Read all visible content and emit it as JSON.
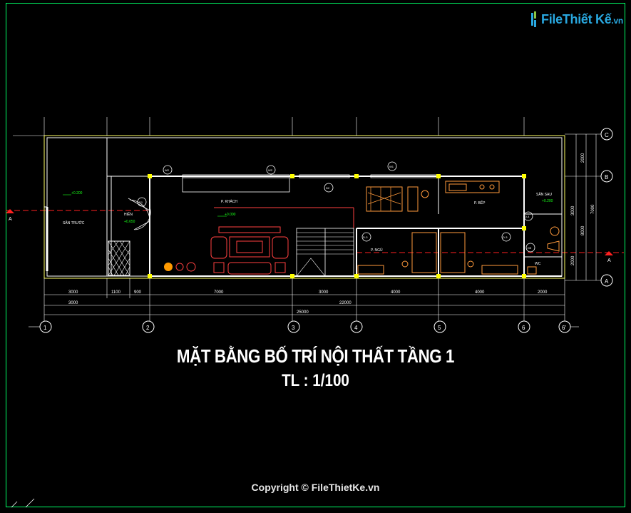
{
  "drawing": {
    "title": "MẶT BẰNG BỐ TRÍ NỘI THẤT TẦNG 1",
    "scale": "TL : 1/100",
    "copyright": "Copyright © FileThietKe.vn",
    "logo": {
      "brand": "FileThiết Kế",
      "domain": ".vn",
      "icon": "logo-mark-icon"
    }
  },
  "rooms": {
    "san_truoc": "SÂN TRƯỚC",
    "hien": "HIÊN",
    "p_khach": "P. KHÁCH",
    "p_bep": "P. BẾP",
    "p_ngu": "P. NGỦ",
    "san_sau": "SÂN SAU",
    "wc": "WC"
  },
  "levels": {
    "san_truoc": "+0.200",
    "hien": "+0.650",
    "p_khach": "+0.000",
    "san_sau": "+0.200"
  },
  "tags": {
    "w2a": "W2",
    "w2b": "W2",
    "w1": "W1",
    "d1": "D1",
    "d2": "D2",
    "d3a": "D-3",
    "d3b": "D-3",
    "d4": "D-4",
    "d5": "D5"
  },
  "section_marks": {
    "left": "A",
    "right": "A"
  },
  "grid": {
    "columns": [
      "1",
      "2",
      "3",
      "4",
      "5",
      "6",
      "6'"
    ],
    "rows": [
      "C",
      "B",
      "A"
    ]
  },
  "dims": {
    "row1": [
      "3000",
      "1100",
      "900",
      "7000",
      "3000",
      "4000",
      "4000",
      "2000"
    ],
    "row2": [
      "3000",
      "22000"
    ],
    "total": "25000",
    "right_inner": [
      "2000",
      "3000",
      "2000"
    ],
    "right_mid": [
      "8000"
    ],
    "right_outer": [
      "7000"
    ]
  },
  "colors": {
    "wall": "#ffffff",
    "column": "#ffff00",
    "furniture": "#ff4040",
    "fixture": "#ff9a3c",
    "dimension": "#ffffff",
    "grid_line": "#ff2020",
    "level": "#19ff19",
    "frame": "#00ff66",
    "logo_blue": "#29a8e0"
  }
}
